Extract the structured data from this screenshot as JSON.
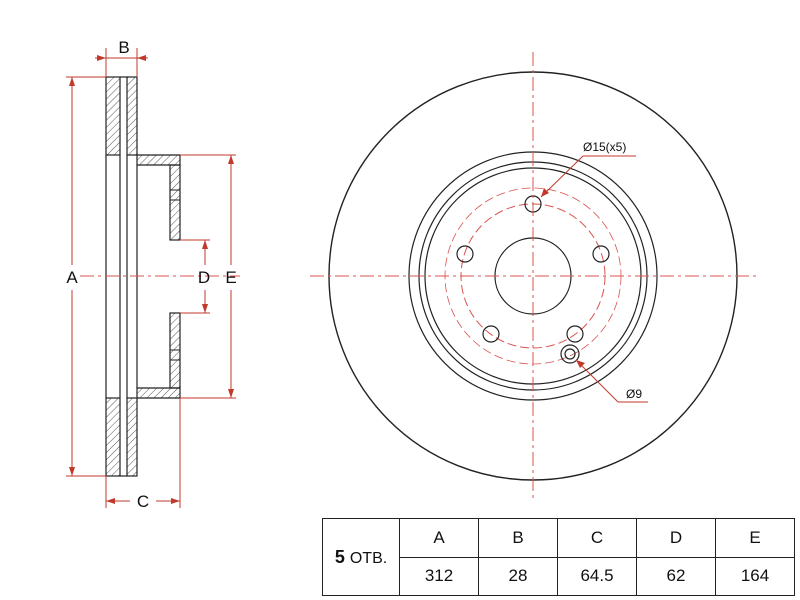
{
  "side_view": {
    "dim_labels": {
      "a": "A",
      "b": "B",
      "c": "C",
      "d": "D",
      "e": "E"
    }
  },
  "front_view": {
    "hole_callout": "Ø15(x5)",
    "small_hole_callout": "Ø9"
  },
  "spec_table": {
    "holes_count": "5",
    "holes_unit": "ОТВ.",
    "columns": [
      {
        "label": "A",
        "value": "312"
      },
      {
        "label": "B",
        "value": "28"
      },
      {
        "label": "C",
        "value": "64.5"
      },
      {
        "label": "D",
        "value": "62"
      },
      {
        "label": "E",
        "value": "164"
      }
    ]
  },
  "colors": {
    "outline": "#222222",
    "hatch": "#555555",
    "dimension": "#c0392b",
    "centerline": "#d9534f"
  }
}
